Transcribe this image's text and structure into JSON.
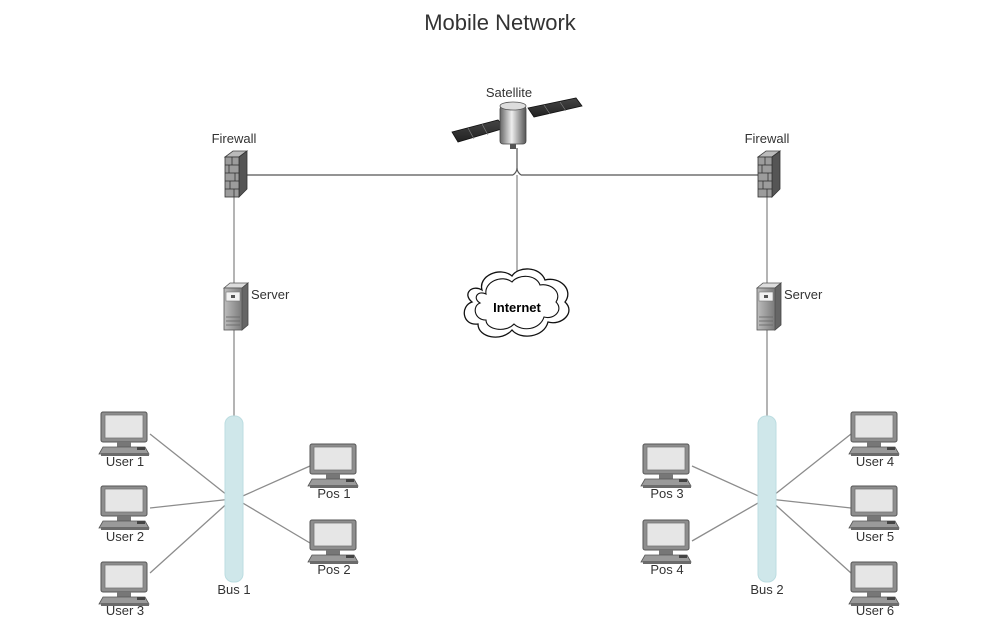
{
  "title": "Mobile Network",
  "nodes": {
    "satellite": "Satellite",
    "firewall_left": "Firewall",
    "firewall_right": "Firewall",
    "server_left": "Server",
    "server_right": "Server",
    "internet": "Internet",
    "bus1": "Bus 1",
    "bus2": "Bus 2",
    "user1": "User 1",
    "user2": "User 2",
    "user3": "User 3",
    "user4": "User 4",
    "user5": "User 5",
    "user6": "User 6",
    "pos1": "Pos 1",
    "pos2": "Pos 2",
    "pos3": "Pos 3",
    "pos4": "Pos 4"
  },
  "colors": {
    "bus": "#cfe7ea",
    "wire": "#8c8c8c",
    "device": "#9a9a9a"
  }
}
